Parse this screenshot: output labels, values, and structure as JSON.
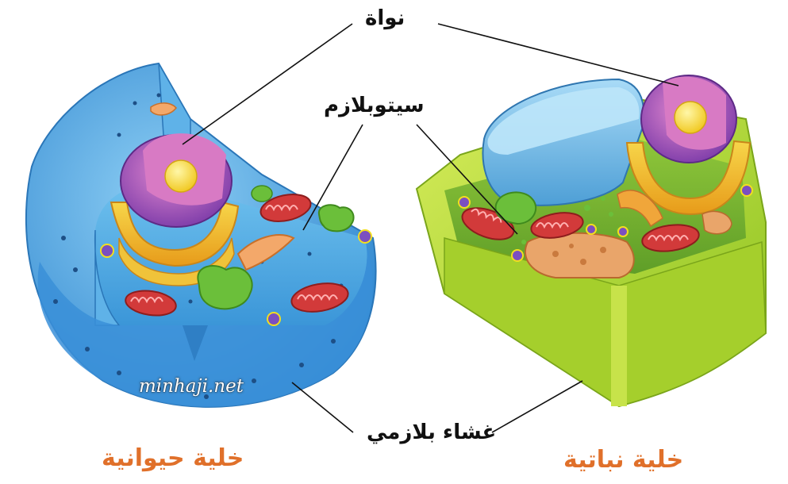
{
  "labels": {
    "nucleus": "نواة",
    "cytoplasm": "سيتوبلازم",
    "cell_membrane": "غشاء بلازمي"
  },
  "titles": {
    "animal_cell": "خلية حيوانية",
    "plant_cell": "خلية نباتية"
  },
  "watermark": "minhaji.net",
  "colors": {
    "title": "#e0702a",
    "label": "#111111",
    "animal_cell": "#3a9be0",
    "plant_cell": "#9ccc2e",
    "nucleus": "#9b4fc4",
    "nucleolus": "#f2de1e",
    "mitochondria": "#d23a3a",
    "chloroplast": "#6bbf3a",
    "vacuole": "#6fb7e6"
  }
}
